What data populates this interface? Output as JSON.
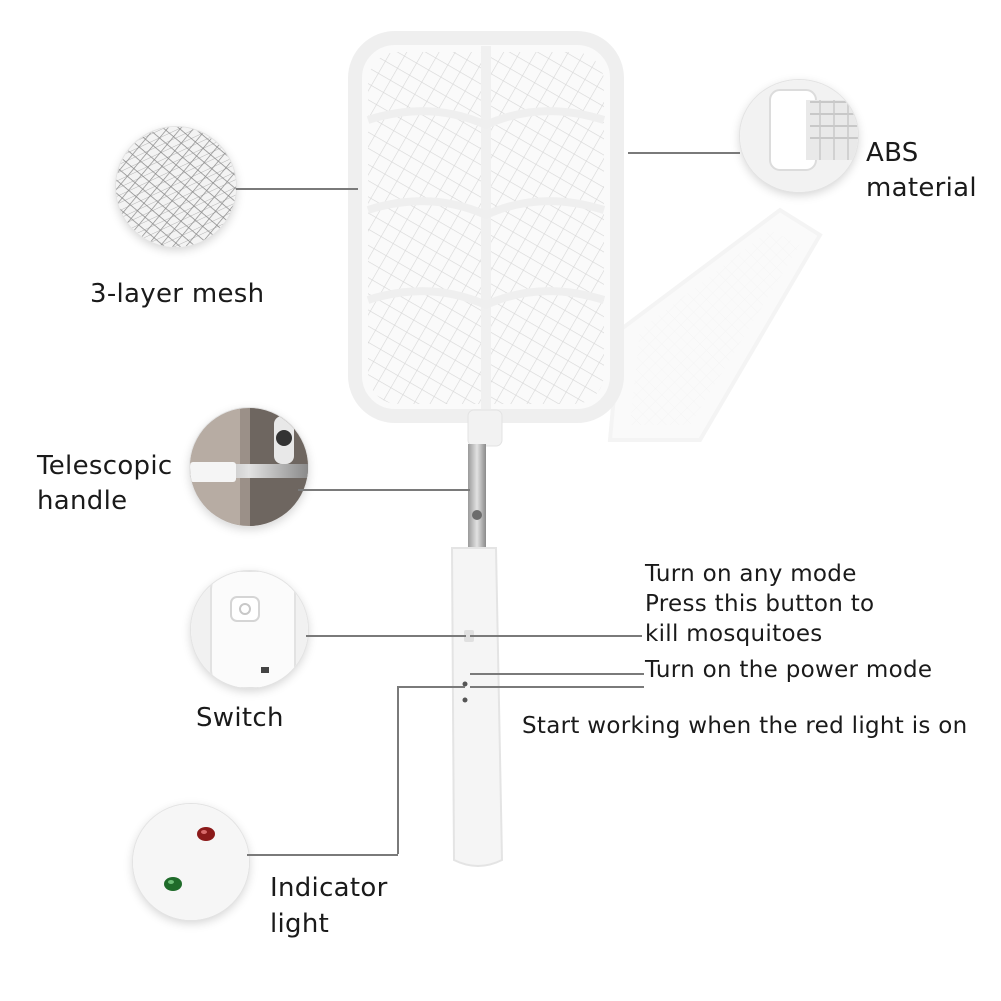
{
  "labels": {
    "mesh": "3-layer mesh",
    "abs_line1": "ABS",
    "abs_line2": "material",
    "handle_line1": "Telescopic",
    "handle_line2": "handle",
    "switch": "Switch",
    "indicator_line1": "Indicator",
    "indicator_line2": "light"
  },
  "notes": {
    "button_line1": "Turn on any mode",
    "button_line2": "Press this button to",
    "button_line3": "kill mosquitoes",
    "power_mode": "Turn on the power mode",
    "red_light": "Start working when the red light is on"
  },
  "colors": {
    "background": "#ffffff",
    "racket": "#f4f4f4",
    "leader_line": "#7a7a7a",
    "red_light": "#8b1a1a",
    "green_light": "#1f6b2a"
  },
  "icons": [
    "mesh-detail",
    "abs-detail",
    "telescopic-detail",
    "switch-detail",
    "indicator-detail"
  ]
}
